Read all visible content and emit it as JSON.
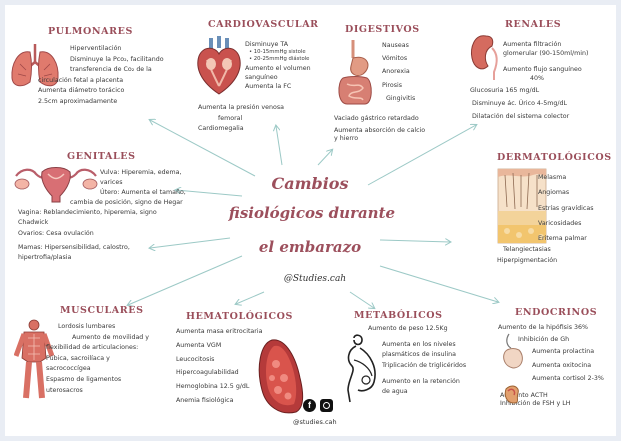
{
  "center": {
    "line1": "Cambios",
    "line2": "fisiológicos durante",
    "line3": "el embarazo",
    "credit": "@Studies.cah"
  },
  "footer": {
    "handle": "@studies.cah"
  },
  "colors": {
    "title": "#9a4e5a",
    "arrow": "#9cc9c6",
    "accent": "#c85a5a"
  },
  "pulmonares": {
    "title": "PULMONARES",
    "lines": [
      "Hiperventilación",
      "Disminuye la Pco₂, facilitando",
      "transferencia de Co₂ de la",
      "circulación fetal a placenta",
      "Aumenta diámetro torácico",
      "2.5cm aproximadamente"
    ]
  },
  "cardiovascular": {
    "title": "CARDIOVASCULAR",
    "lines": [
      "Disminuye TA",
      "• 10-15mmHg sistole",
      "• 20-25mmHg diástole",
      "Aumento el volumen",
      "sanguíneo",
      "Aumenta la FC"
    ],
    "lines2": [
      "Aumenta la presión venosa",
      "femoral",
      "Cardiomegalia"
    ]
  },
  "digestivos": {
    "title": "DIGESTIVOS",
    "lines": [
      "Nauseas",
      "Vómitos",
      "Anorexia",
      "Pirosis",
      "Gingivitis"
    ],
    "lines2": [
      "Vaciado gástrico retardado",
      "Aumenta absorción de calcio",
      "y hierro"
    ]
  },
  "renales": {
    "title": "RENALES",
    "lines": [
      "Aumenta filtración",
      "glomerular (90-150ml/min)",
      "",
      "Aumento flujo sanguíneo",
      "40%",
      "Glucosuria  165 mg/dL",
      "Disminuye ác. Úrico 4-5mg/dL",
      "Dilatación del sistema colector"
    ]
  },
  "genitales": {
    "title": "GENITALES",
    "lines": [
      "Vulva: Hiperemia, edema,",
      "varices",
      "Útero: Aumenta el tamaño,",
      "cambia de posición, signo de Hegar",
      "Vagina: Reblandecimiento, hiperemia, signo",
      "Chadwick",
      "Ovarios: Cesa ovulación",
      "Mamas: Hipersensibilidad, calostro,",
      "hipertrofia/plasia"
    ]
  },
  "dermatologicos": {
    "title": "DERMATOLÓGICOS",
    "lines": [
      "Melasma",
      "Angiomas",
      "Estrías gravídicas",
      "Varicosidades",
      "Eritema palmar"
    ],
    "lines2": [
      "Telangiectasias",
      "Hiperpigmentación"
    ]
  },
  "musculares": {
    "title": "MUSCULARES",
    "lines": [
      "Lordosis lumbares",
      "Aumento de movilidad y",
      "flexibilidad de articulaciones:",
      "Púbica, sacroilíaca y",
      "sacrococcígea",
      "Espasmo de ligamentos",
      "uterosacros"
    ]
  },
  "hematologicos": {
    "title": "HEMATOLÓGICOS",
    "lines": [
      "Aumenta masa eritrocitaria",
      "Aumenta VGM",
      "Leucocitosis",
      "Hipercoagulabilidad",
      "Hemoglobina 12.5 g/dL",
      "Anemia fisiológica"
    ]
  },
  "metabolicos": {
    "title": "METABÓLICOS",
    "lines": [
      "Aumento de peso 12.5Kg",
      "",
      "Aumenta en los niveles",
      "plasmáticos de insulina",
      "Triplicación de triglicéridos",
      "",
      "Aumento en la retención",
      "de agua"
    ]
  },
  "endocrinos": {
    "title": "ENDOCRINOS",
    "lines": [
      "Aumento de la hipófisis  36%",
      "Inhibición de Gh",
      "Aumenta prolactina",
      "Aumenta oxitocina",
      "Aumenta cortisol 2-3%",
      "Aumento ACTH",
      "Inhibición de FSH y LH"
    ]
  }
}
